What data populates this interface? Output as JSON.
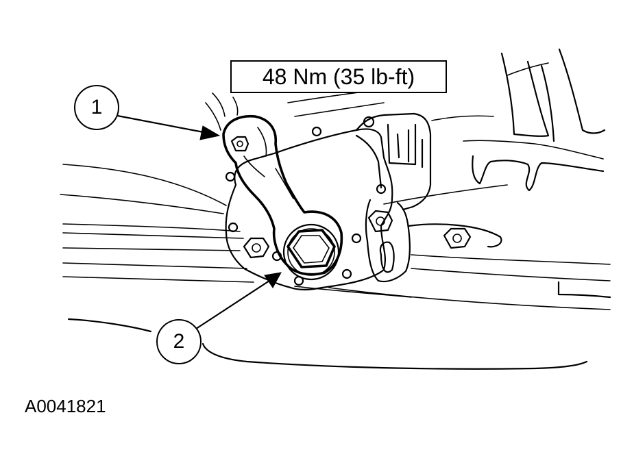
{
  "torque_spec": "48 Nm (35 lb-ft)",
  "callouts": [
    "1",
    "2"
  ],
  "figure_id": "A0041821"
}
